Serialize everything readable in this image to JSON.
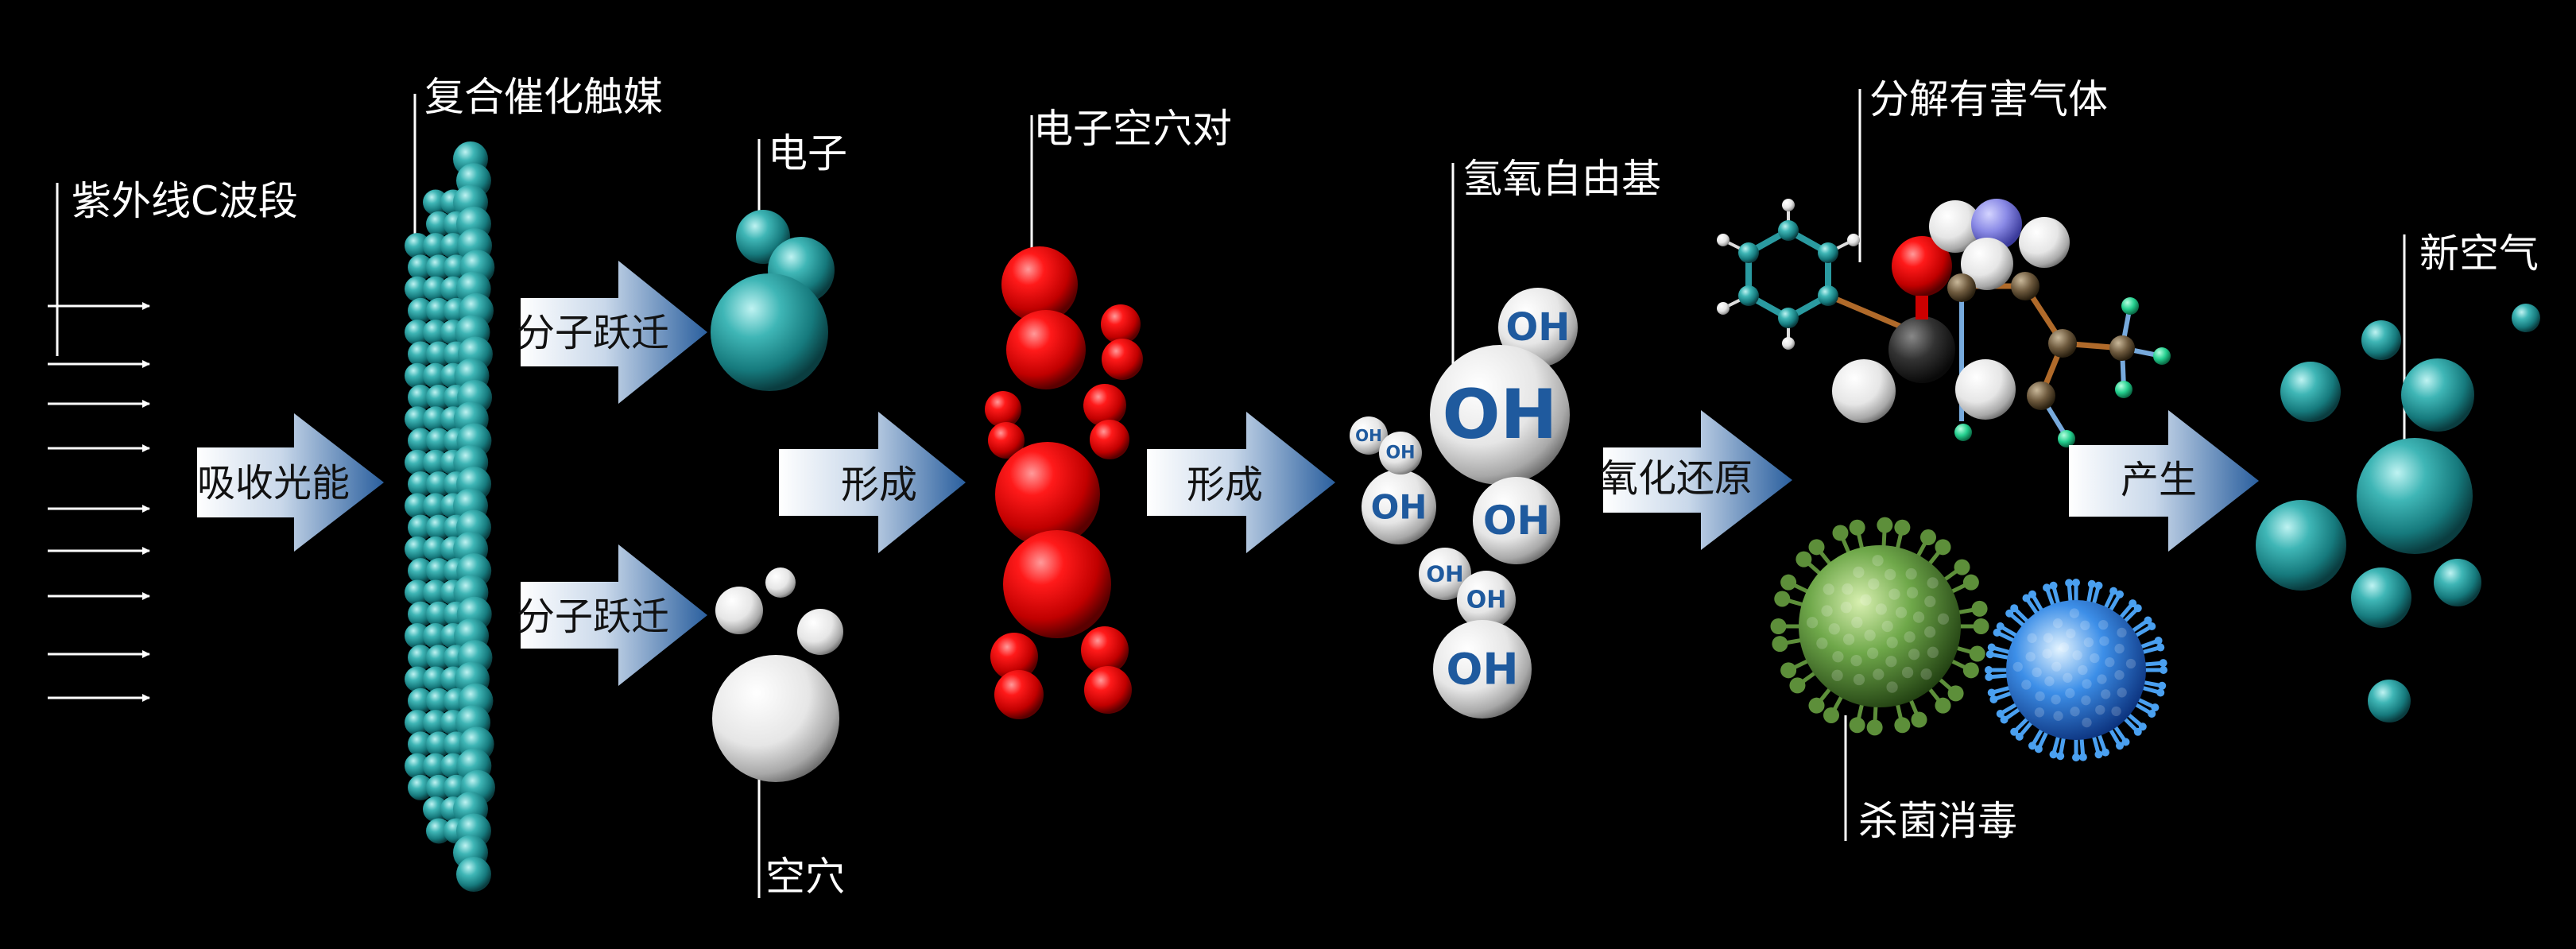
{
  "labels": {
    "uvc": "紫外线C波段",
    "catalyst": "复合催化触媒",
    "electron": "电子",
    "hole": "空穴",
    "pair": "电子空穴对",
    "radical": "氢氧自由基",
    "decompose": "分解有害气体",
    "sterilize": "杀菌消毒",
    "fresh_air": "新空气"
  },
  "arrows": {
    "absorb": "吸收光能",
    "transition_top": "分子跃迁",
    "transition_bottom": "分子跃迁",
    "form1": "形成",
    "form2": "形成",
    "redox": "氧化还原",
    "produce": "产生"
  },
  "radical_text": "OH",
  "colors": {
    "teal": "#1e9a9c",
    "red": "#d40000",
    "white": "#f0f0f0",
    "arrow_dark": "#2a5f9e",
    "arrow_light": "#ffffff",
    "oh_text": "#1f5a9e"
  }
}
